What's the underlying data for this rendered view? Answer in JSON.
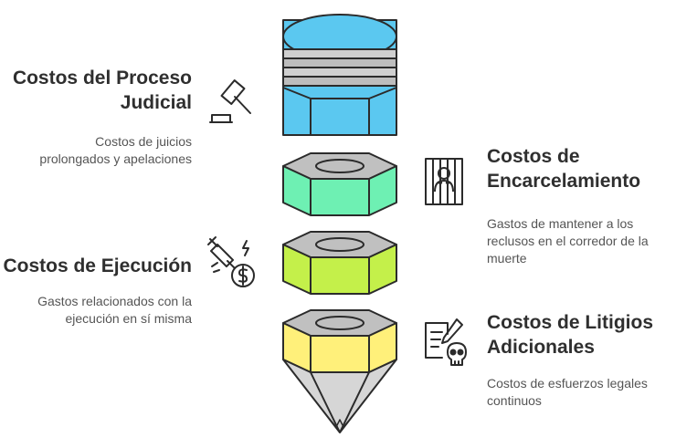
{
  "sections": [
    {
      "title": "Costos del Proceso Judicial",
      "title_lines": [
        "Costos del Proceso",
        "Judicial"
      ],
      "desc_lines": [
        "Costos de juicios",
        "prolongados y apelaciones"
      ],
      "icon": "gavel-icon",
      "color": "#5bc8f0"
    },
    {
      "title": "Costos de Encarcelamiento",
      "title_lines": [
        "Costos de",
        "Encarcelamiento"
      ],
      "desc_lines": [
        "Gastos de mantener a los",
        "reclusos en el corredor de la",
        "muerte"
      ],
      "icon": "prisoner-behind-bars-icon",
      "color": "#6ef0b3"
    },
    {
      "title": "Costos de Ejecución",
      "title_lines": [
        "Costos de Ejecución"
      ],
      "desc_lines": [
        "Gastos relacionados con la",
        "ejecución en sí misma"
      ],
      "icon": "syringe-money-icon",
      "color": "#c4f04a"
    },
    {
      "title": "Costos de Litigios Adicionales",
      "title_lines": [
        "Costos de Litigios",
        "Adicionales"
      ],
      "desc_lines": [
        "Costos de esfuerzos legales",
        "continuos"
      ],
      "icon": "legal-document-skull-icon",
      "color": "#fff07a"
    }
  ],
  "colors": {
    "eraser": "#5bc8f0",
    "ferrule": "#c8c8c8",
    "outline": "#2b2b2b",
    "text_title": "#2f2f2f",
    "text_desc": "#555555",
    "tip": "#d6d6d6"
  }
}
